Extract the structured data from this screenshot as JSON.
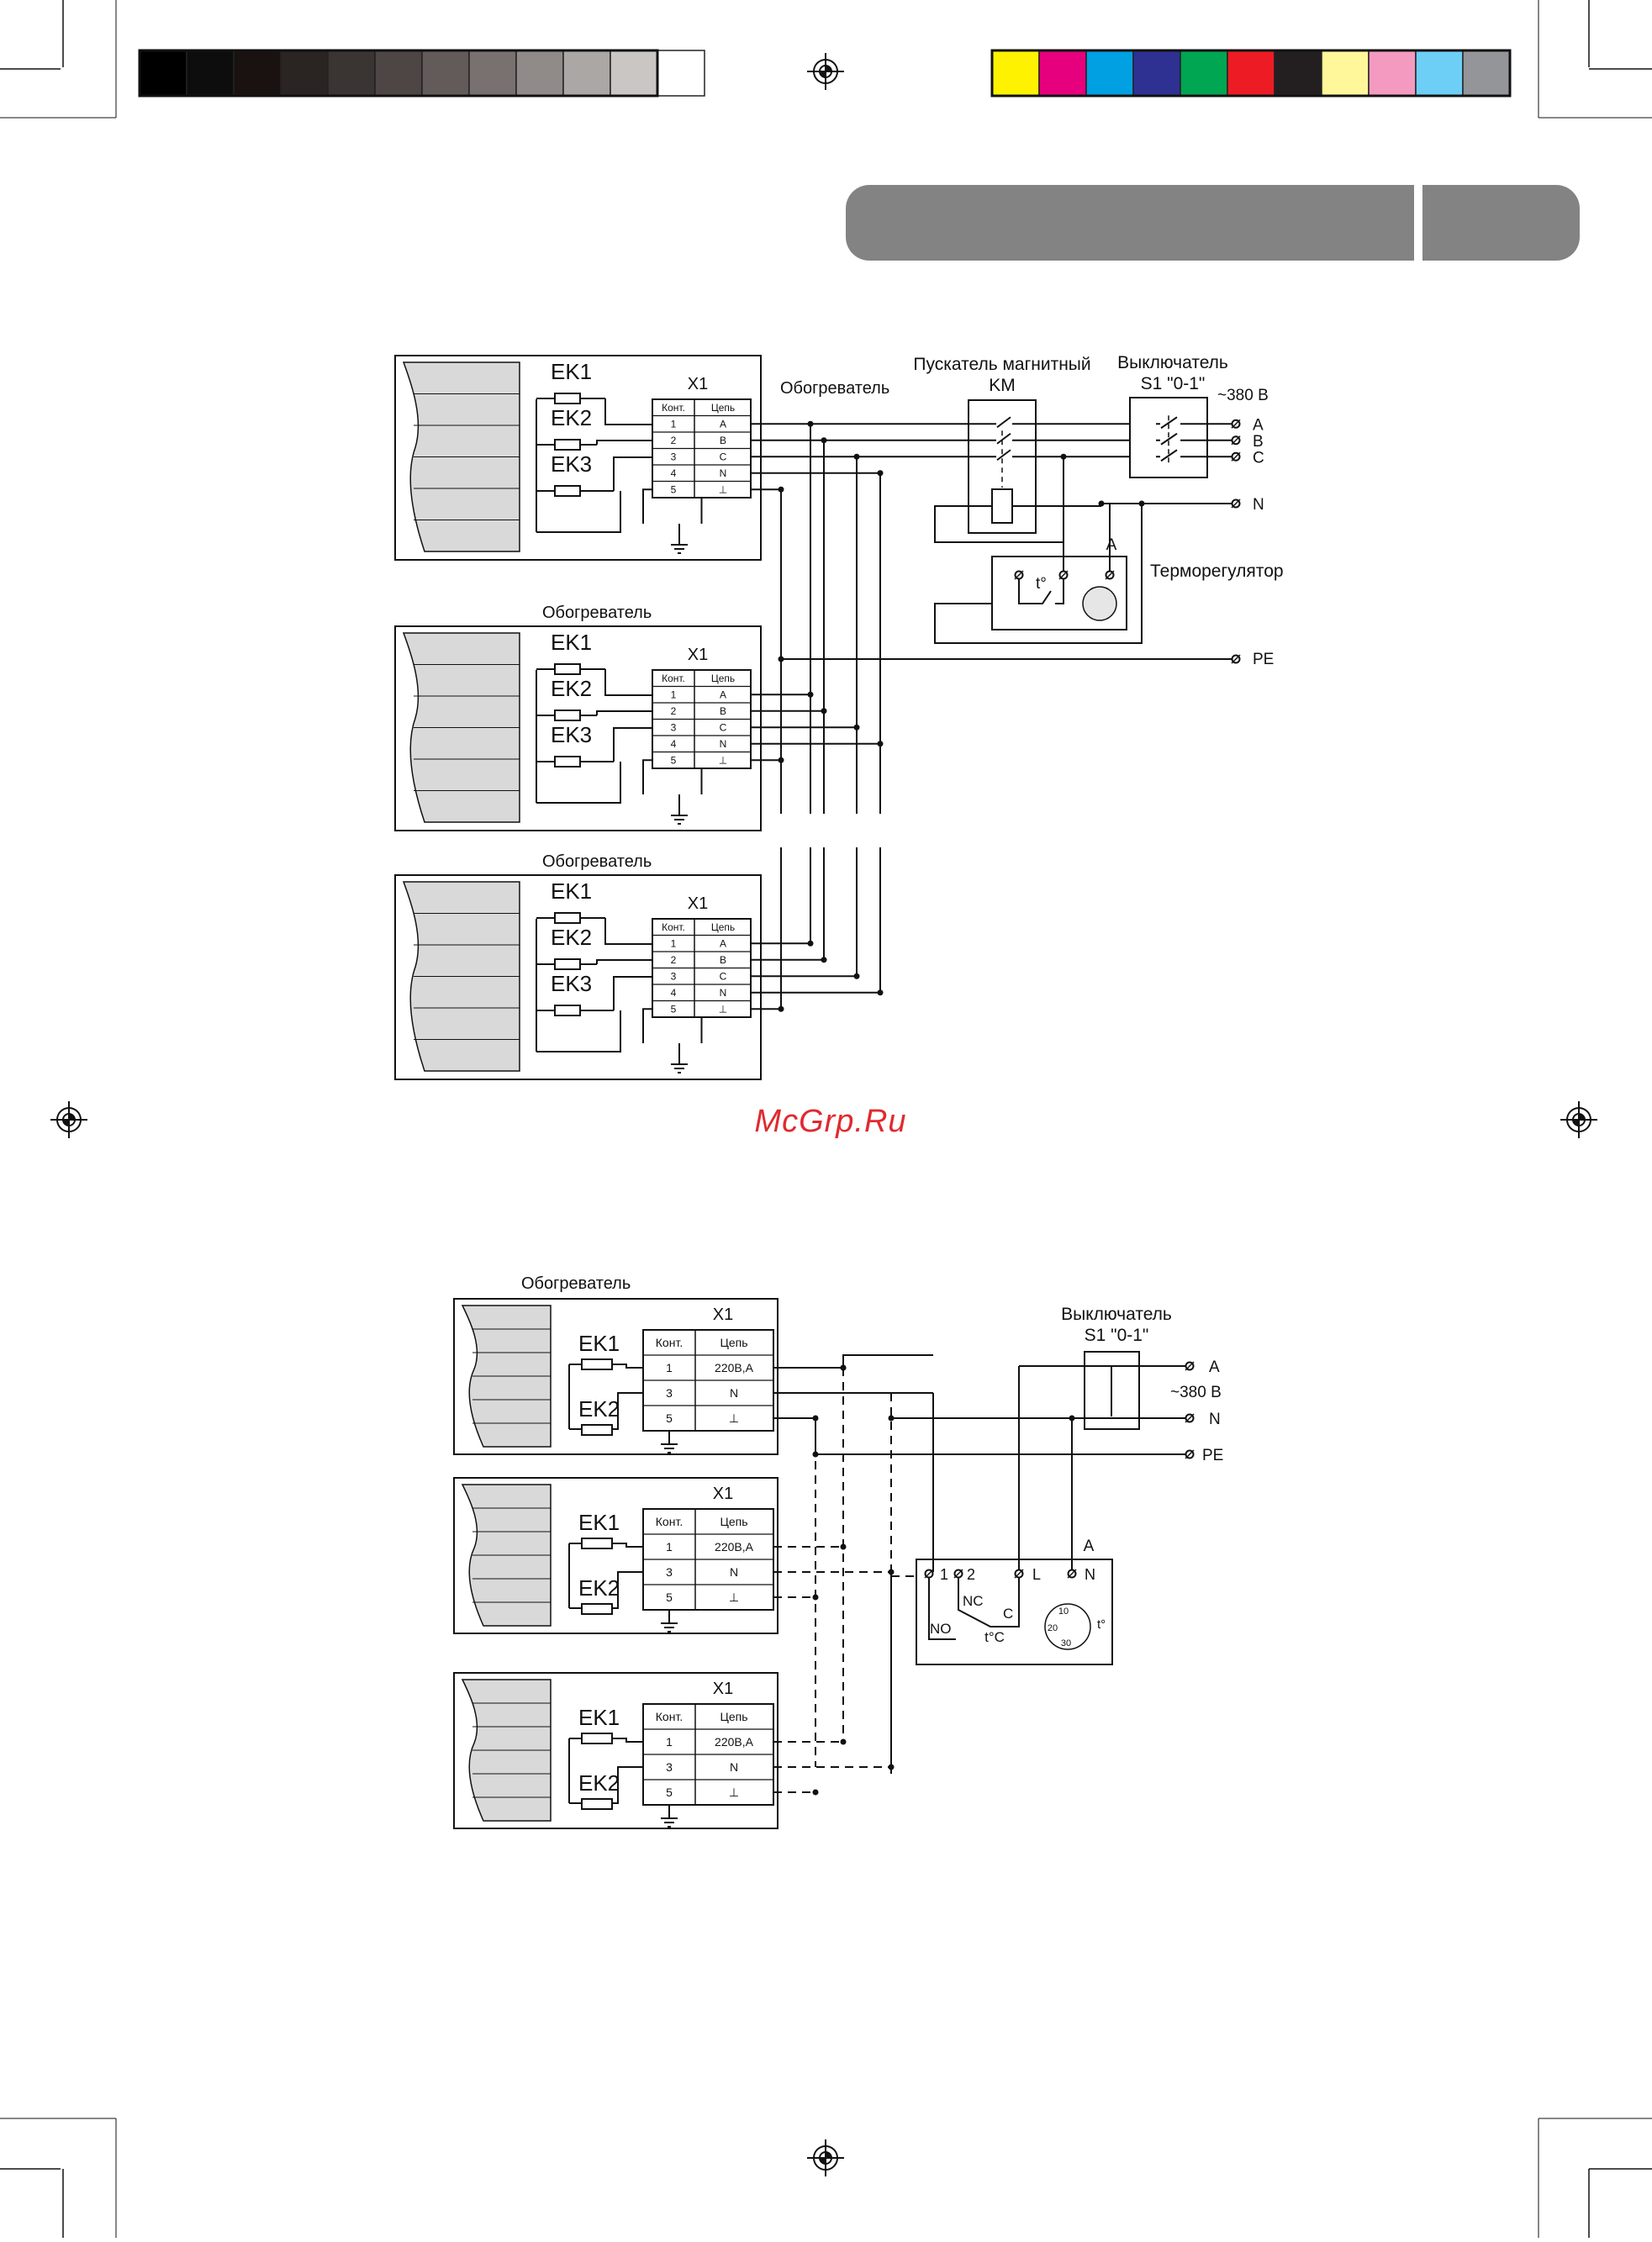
{
  "page": {
    "watermark": "McGrp.Ru",
    "colors": {
      "header_tab": "#838383",
      "watermark": "#e1292f",
      "panel_fill": "#d9d9d9",
      "line": "#111111"
    },
    "grayscale_bar": [
      "#000000",
      "#0d0d0d",
      "#1a1210",
      "#2a2422",
      "#3a3432",
      "#4d4644",
      "#625b59",
      "#787170",
      "#908a88",
      "#aba7a5",
      "#cac6c4",
      "#ffffff"
    ],
    "color_bar": [
      "#fff200",
      "#e6007e",
      "#00a0e3",
      "#2e3192",
      "#00a651",
      "#ed1c24",
      "#231f20",
      "#fff799",
      "#f49ac1",
      "#6dcff6",
      "#939598"
    ]
  },
  "diagram1": {
    "panels": [
      {
        "label": "Обогреватель",
        "x1_label": "X1",
        "elements": [
          "EK1",
          "EK2",
          "EK3"
        ]
      },
      {
        "label": "Обогреватель",
        "x1_label": "X1",
        "elements": [
          "EK1",
          "EK2",
          "EK3"
        ]
      },
      {
        "label": "Обогреватель",
        "x1_label": "X1",
        "elements": [
          "EK1",
          "EK2",
          "EK3"
        ]
      }
    ],
    "table_headers": [
      "Конт.",
      "Цепь"
    ],
    "table_rows": [
      [
        "1",
        "A"
      ],
      [
        "2",
        "B"
      ],
      [
        "3",
        "C"
      ],
      [
        "4",
        "N"
      ],
      [
        "5",
        "⊥"
      ]
    ],
    "contactor_label": "Пускатель магнитный",
    "contactor_sub": "KM",
    "switch_label": "Выключатель",
    "switch_sub": "S1 \"0-1\"",
    "supply_label": "~380 В",
    "phases": [
      "A",
      "B",
      "C"
    ],
    "neutral": "N",
    "earth": "PE",
    "thermostat_label": "Терморегулятор",
    "thermostat_phase": "A",
    "thermostat_symbol": "t°"
  },
  "diagram2": {
    "panels": [
      {
        "label": "Обогреватель",
        "x1_label": "X1",
        "elements": [
          "EK1",
          "EK2"
        ]
      },
      {
        "label": "",
        "x1_label": "X1",
        "elements": [
          "EK1",
          "EK2"
        ]
      },
      {
        "label": "",
        "x1_label": "X1",
        "elements": [
          "EK1",
          "EK2"
        ]
      }
    ],
    "table_headers": [
      "Конт.",
      "Цепь"
    ],
    "table_rows": [
      [
        "1",
        "220В,А"
      ],
      [
        "3",
        "N"
      ],
      [
        "5",
        "⊥"
      ]
    ],
    "switch_label": "Выключатель",
    "switch_sub": "S1 \"0-1\"",
    "supply_label": "~380 В",
    "phase": "A",
    "neutral": "N",
    "earth": "PE",
    "thermostat_phase": "A",
    "terminals": [
      "1",
      "2",
      "L",
      "N"
    ],
    "nc_label": "NC",
    "c_label": "C",
    "no_label": "NO",
    "temp_label": "t°C",
    "dial_marks": [
      "10",
      "20",
      "30"
    ],
    "dial_symbol": "t°"
  }
}
